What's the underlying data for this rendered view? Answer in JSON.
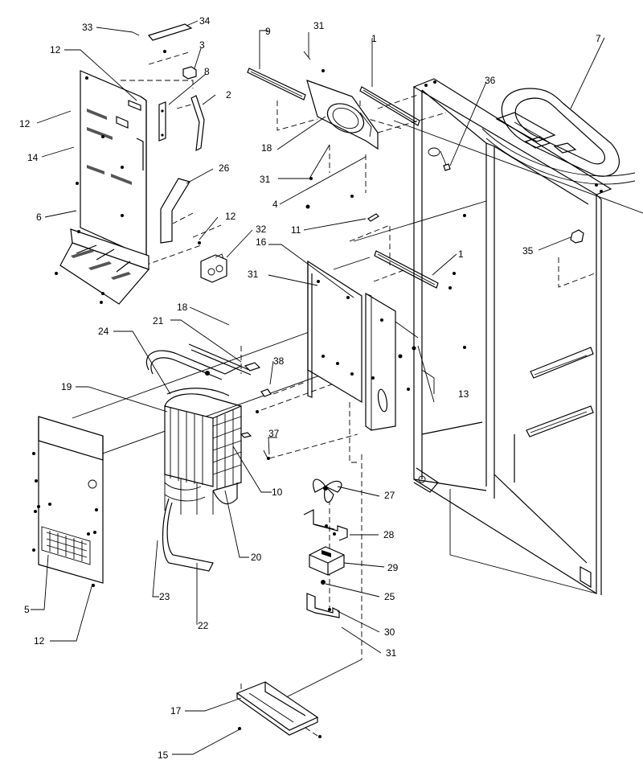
{
  "callouts": {
    "c1a": "1",
    "c1b": "1",
    "c2": "2",
    "c3": "3",
    "c4": "4",
    "c5": "5",
    "c6": "6",
    "c7": "7",
    "c8": "8",
    "c9": "9",
    "c10": "10",
    "c11": "11",
    "c12a": "12",
    "c12b": "12",
    "c12c": "12",
    "c12d": "12",
    "c13": "13",
    "c14": "14",
    "c15": "15",
    "c16": "16",
    "c17": "17",
    "c18a": "18",
    "c18b": "18",
    "c19": "19",
    "c20": "20",
    "c21": "21",
    "c22": "22",
    "c23": "23",
    "c24": "24",
    "c25": "25",
    "c26": "26",
    "c27": "27",
    "c28": "28",
    "c29": "29",
    "c30": "30",
    "c31a": "31",
    "c31b": "31",
    "c31c": "31",
    "c31d": "31",
    "c32": "32",
    "c33": "33",
    "c34": "34",
    "c35": "35",
    "c36": "36",
    "c37": "37",
    "c38": "38"
  }
}
